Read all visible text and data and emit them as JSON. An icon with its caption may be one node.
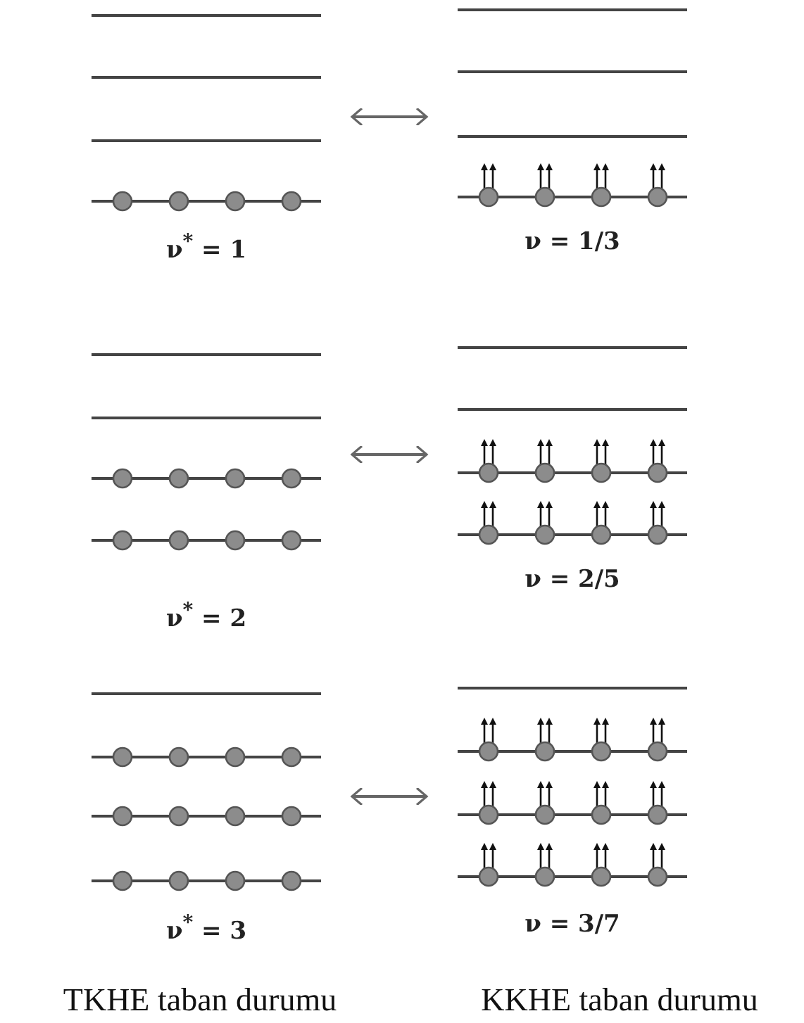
{
  "diagram": {
    "nodes": [
      {
        "text": [
          "ν$^{*}$ = 1"
        ]
      },
      {
        "text": [
          "ν = 1/3"
        ]
      },
      {
        "text": [
          "ν$^{*}$ = 2"
        ]
      },
      {
        "text": [
          "ν = 2/5"
        ]
      },
      {
        "text": [
          "ν$^{*}$ = 3"
        ]
      },
      {
        "text": [
          "ν = 3/7"
        ]
      }
    ],
    "edges": [
      {
        "from": 0,
        "to": 1,
        "arrow": "both"
      },
      {
        "from": 2,
        "to": 3,
        "arrow": "both"
      },
      {
        "from": 4,
        "to": 5,
        "arrow": "both"
      }
    ],
    "labels": [
      "TKHE taban durumu",
      "KKHE taban durumu"
    ]
  }
}
